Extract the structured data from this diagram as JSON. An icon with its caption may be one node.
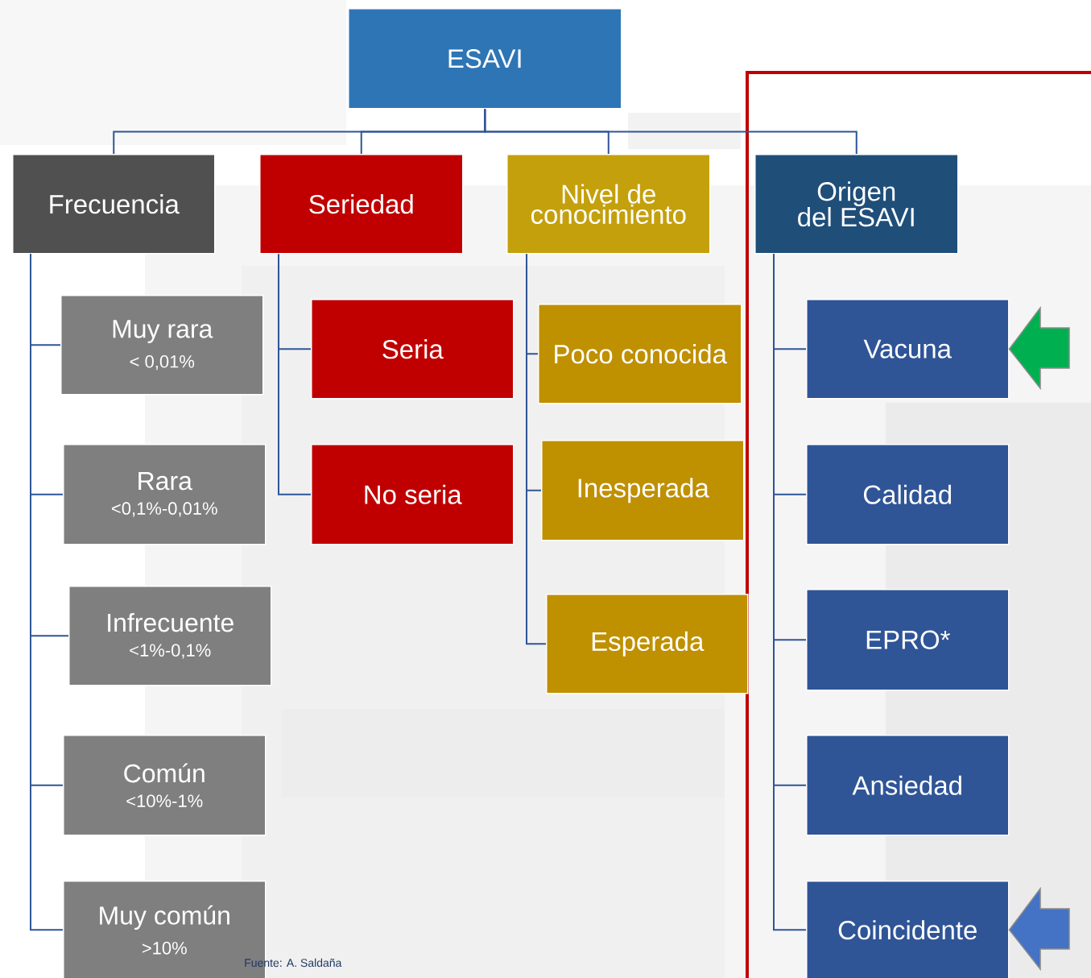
{
  "diagram": {
    "nodes": [
      {
        "text": [
          "ESAVI"
        ]
      },
      {
        "text": [
          "Frecuencia"
        ]
      },
      {
        "text": [
          "Seriedad"
        ]
      },
      {
        "text": [
          "Nivel de conocimiento"
        ]
      },
      {
        "text": [
          "Origen del ESAVI"
        ]
      },
      {
        "text": [
          "Muy rara",
          "< 0,01%"
        ]
      },
      {
        "text": [
          "Rara",
          "<0,1%-0,01%"
        ]
      },
      {
        "text": [
          "Infrecuente",
          "<1%-0,1%"
        ]
      },
      {
        "text": [
          "Común",
          "<10%-1%"
        ]
      },
      {
        "text": [
          "Muy común",
          ">10%"
        ]
      },
      {
        "text": [
          "Seria"
        ]
      },
      {
        "text": [
          "No seria"
        ]
      },
      {
        "text": [
          "Poco conocida"
        ]
      },
      {
        "text": [
          "Inesperada"
        ]
      },
      {
        "text": [
          "Esperada"
        ]
      },
      {
        "text": [
          "Vacuna"
        ]
      },
      {
        "text": [
          "Calidad"
        ]
      },
      {
        "text": [
          "EPRO*"
        ]
      },
      {
        "text": [
          "Ansiedad"
        ]
      },
      {
        "text": [
          "Coincidente"
        ]
      }
    ],
    "edges": [
      {
        "from": 0,
        "to": 1,
        "arrow": "none"
      },
      {
        "from": 0,
        "to": 2,
        "arrow": "none"
      },
      {
        "from": 0,
        "to": 3,
        "arrow": "none"
      },
      {
        "from": 0,
        "to": 4,
        "arrow": "none"
      },
      {
        "from": 1,
        "to": 5,
        "arrow": "none"
      },
      {
        "from": 1,
        "to": 6,
        "arrow": "none"
      },
      {
        "from": 1,
        "to": 7,
        "arrow": "none"
      },
      {
        "from": 1,
        "to": 8,
        "arrow": "none"
      },
      {
        "from": 1,
        "to": 9,
        "arrow": "none"
      },
      {
        "from": 2,
        "to": 10,
        "arrow": "none"
      },
      {
        "from": 2,
        "to": 11,
        "arrow": "none"
      },
      {
        "from": 3,
        "to": 12,
        "arrow": "none"
      },
      {
        "from": 3,
        "to": 13,
        "arrow": "none"
      },
      {
        "from": 3,
        "to": 14,
        "arrow": "none"
      },
      {
        "from": 4,
        "to": 15,
        "arrow": "none"
      },
      {
        "from": 4,
        "to": 16,
        "arrow": "none"
      },
      {
        "from": 4,
        "to": 17,
        "arrow": "none"
      },
      {
        "from": 4,
        "to": 18,
        "arrow": "none"
      },
      {
        "from": 4,
        "to": 19,
        "arrow": "none"
      },
      {
        "from": null,
        "to": 15,
        "arrow": "to",
        "style": "thick",
        "color": "#00b050"
      },
      {
        "from": null,
        "to": 19,
        "arrow": "to",
        "style": "thick",
        "color": "#4472c4"
      }
    ],
    "labels": [
      "Fuente: A. Saldaña"
    ]
  }
}
